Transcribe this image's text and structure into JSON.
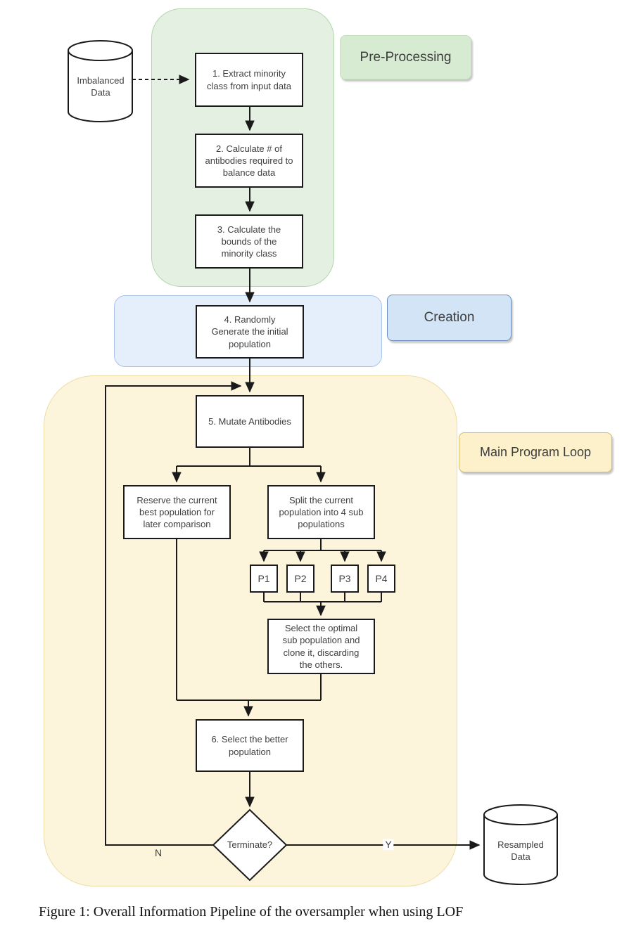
{
  "figure": {
    "caption": "Figure 1: Overall Information Pipeline of the oversampler when using LOF"
  },
  "regions": {
    "pre_processing": {
      "label": "Pre-Processing"
    },
    "creation": {
      "label": "Creation"
    },
    "main_program_loop": {
      "label": "Main Program Loop"
    }
  },
  "nodes": {
    "imbalanced_data": {
      "label": "Imbalanced\nData",
      "shape": "cylinder"
    },
    "step1": {
      "label": "1. Extract minority\nclass from input data"
    },
    "step2": {
      "label": "2. Calculate # of\nantibodies required to\nbalance data"
    },
    "step3": {
      "label": "3. Calculate the\nbounds of the\nminority class"
    },
    "step4": {
      "label": "4. Randomly\nGenerate the initial\npopulation"
    },
    "step5": {
      "label": "5. Mutate Antibodies"
    },
    "reserve": {
      "label": "Reserve the current\nbest population for\nlater comparison"
    },
    "split": {
      "label": "Split the current\npopulation into 4 sub\npopulations"
    },
    "p1": {
      "label": "P1"
    },
    "p2": {
      "label": "P2"
    },
    "p3": {
      "label": "P3"
    },
    "p4": {
      "label": "P4"
    },
    "select_optimal": {
      "label": "Select the optimal\nsub population and\nclone it, discarding\nthe others."
    },
    "step6": {
      "label": "6. Select the better\npopulation"
    },
    "terminate": {
      "label": "Terminate?",
      "shape": "diamond"
    },
    "resampled_data": {
      "label": "Resampled\nData",
      "shape": "cylinder"
    }
  },
  "edges": {
    "no_label": "N",
    "yes_label": "Y"
  },
  "colors": {
    "green_region_fill": "#e4f0e1",
    "green_region_border": "#b3d6ac",
    "green_label_fill": "#d7ebd3",
    "green_label_border": "#c3e0bd",
    "blue_region_fill": "#e5eefb",
    "blue_region_border": "#a9c4e9",
    "blue_label_fill": "#d3e4f7",
    "blue_label_border": "#6d8ebf",
    "yellow_region_fill": "#fdf4dc",
    "yellow_region_border": "#eddda6",
    "yellow_label_fill": "#fdf1cb",
    "yellow_label_border": "#d6ba62",
    "node_border": "#1a1a1a",
    "node_text": "#3f3f3f",
    "line": "#1a1a1a"
  }
}
